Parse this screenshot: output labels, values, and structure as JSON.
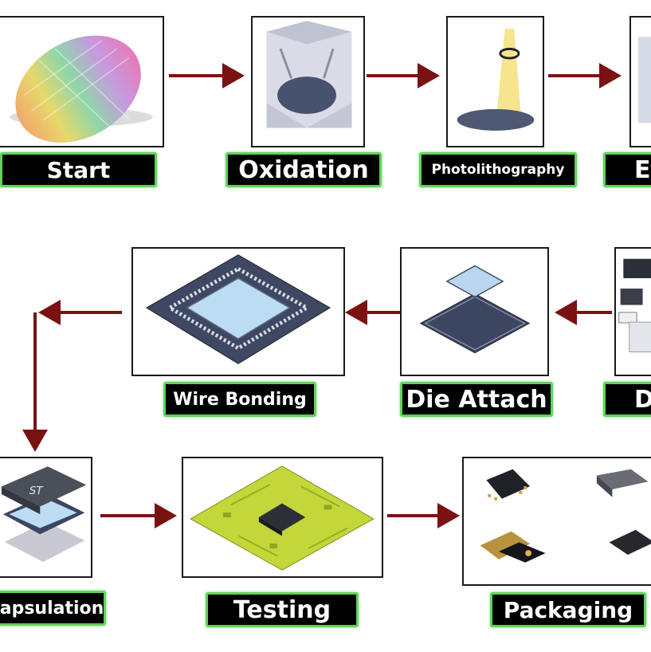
{
  "steps": {
    "start": "Start",
    "oxidation": "Oxidation",
    "photolithography": "Photolithography",
    "etching": "Et",
    "dicing": "D",
    "die_attach": "Die Attach",
    "wire_bonding": "Wire Bonding",
    "encapsulation": "apsulation",
    "testing": "Testing",
    "packaging": "Packaging"
  },
  "colors": {
    "arrow": "#7a1212",
    "label_bg": "#000000",
    "label_border": "#5fd35a",
    "box_border": "#1a1a1a"
  }
}
